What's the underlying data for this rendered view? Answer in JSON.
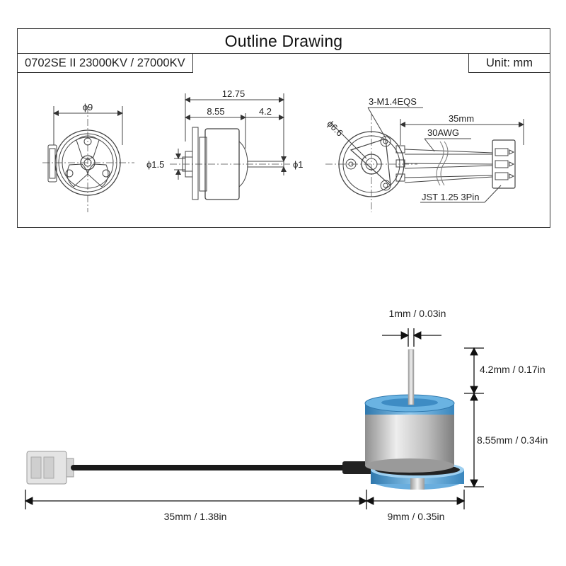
{
  "outline": {
    "title": "Outline Drawing",
    "model": "0702SE II 23000KV / 27000KV",
    "unit": "Unit: mm"
  },
  "front_view": {
    "diameter": "ϕ9"
  },
  "side_view": {
    "overall_length": "12.75",
    "body_length": "8.55",
    "shaft_length": "4.2",
    "base_shaft_diameter": "ϕ1.5",
    "shaft_diameter": "ϕ1"
  },
  "rear_view": {
    "mount_holes": "3-M1.4EQS",
    "mount_circle": "ϕ6.6",
    "wire_length": "35mm",
    "wire_gauge": "30AWG",
    "connector": "JST 1.25 3Pin"
  },
  "photo_dims": {
    "shaft_diameter": "1mm / 0.03in",
    "shaft_length": "4.2mm / 0.17in",
    "body_length": "8.55mm / 0.34in",
    "wire_length": "35mm / 1.38in",
    "motor_width": "9mm / 0.35in"
  },
  "colors": {
    "line": "#333333",
    "motor_blue": "#5fa8d8",
    "motor_silver": "#c9c9c9",
    "wire": "#1a1a1a"
  }
}
